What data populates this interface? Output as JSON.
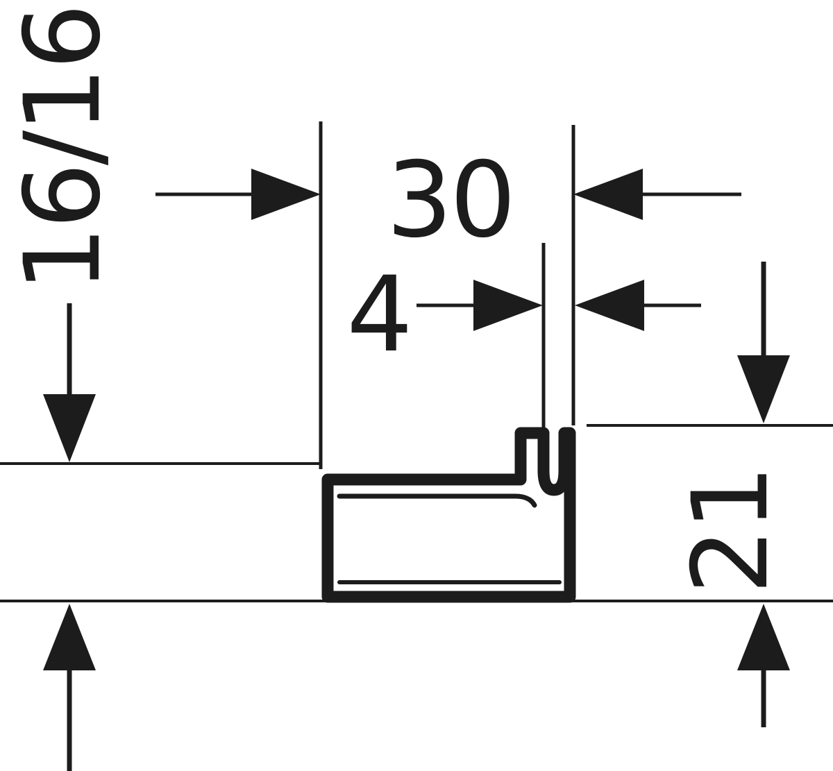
{
  "drawing": {
    "background_color": "#ffffff",
    "line_color": "#1c1c1c",
    "dimensions": {
      "width_top": "30",
      "slot_width": "4",
      "left_height": "16/16",
      "right_height": "21"
    }
  }
}
